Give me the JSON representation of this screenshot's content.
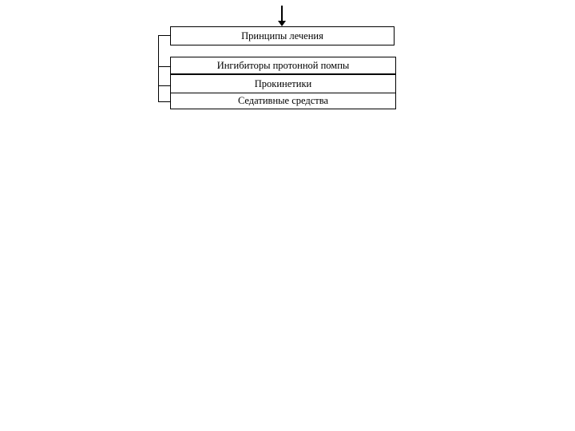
{
  "slide": {
    "background_color": "#ffffff",
    "line_color": "#000000",
    "text_color": "#000000",
    "arrow": {
      "icon": "arrow-down-icon",
      "glyph": "↓"
    },
    "title_box": {
      "label": "Принципы лечения"
    },
    "items": [
      {
        "label": "Ингибиторы протонной помпы"
      },
      {
        "label": "Прокинетики"
      },
      {
        "label": "Седативные средства"
      }
    ]
  }
}
